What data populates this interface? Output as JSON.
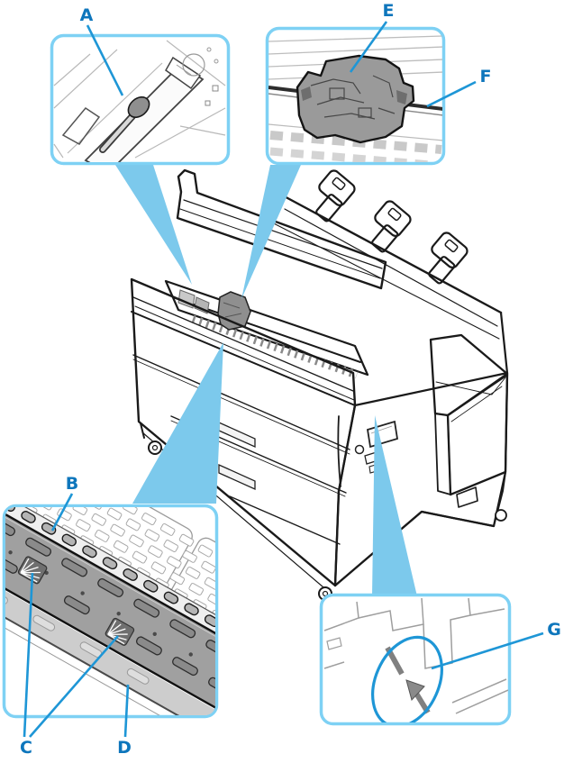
{
  "figure": {
    "kind": "printer-parts-callout-diagram",
    "labels": {
      "a": "A",
      "b": "B",
      "c": "C",
      "d": "D",
      "e": "E",
      "f": "F",
      "g": "G"
    },
    "callouts": [
      {
        "letter": "A",
        "points_to": "cleaner-stick"
      },
      {
        "letter": "B",
        "points_to": "feed-roller"
      },
      {
        "letter": "C",
        "points_to": "vacuum-holes"
      },
      {
        "letter": "D",
        "points_to": "platen"
      },
      {
        "letter": "E",
        "points_to": "carriage"
      },
      {
        "letter": "F",
        "points_to": "linear-scale"
      },
      {
        "letter": "G",
        "points_to": "alignment-mark"
      }
    ]
  },
  "colors": {
    "label": "#0e76bc",
    "leader": "#1e96d6",
    "frame": "#7ed1f4",
    "wedge": "#7cc9ec",
    "part_gray": "#8f8f8f",
    "line": "#1a1a1a"
  }
}
